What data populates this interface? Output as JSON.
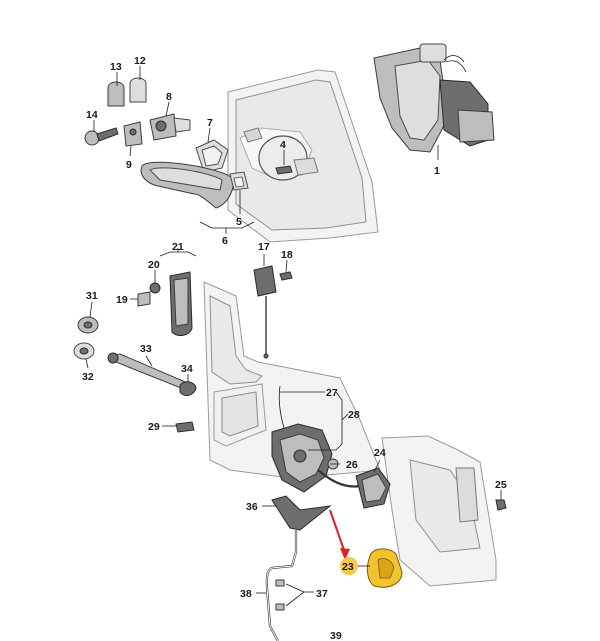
{
  "labels": {
    "l1": "1",
    "l4": "4",
    "l5": "5",
    "l6": "6",
    "l7": "7",
    "l8": "8",
    "l9": "9",
    "l12": "12",
    "l13": "13",
    "l14": "14",
    "l17": "17",
    "l18": "18",
    "l19": "19",
    "l20": "20",
    "l21": "21",
    "l23": "23",
    "l24": "24",
    "l25": "25",
    "l26": "26",
    "l27": "27",
    "l28": "28",
    "l29": "29",
    "l31": "31",
    "l32": "32",
    "l33": "33",
    "l34": "34",
    "l36": "36",
    "l37": "37",
    "l38": "38",
    "l39": "39"
  },
  "colors": {
    "highlight_part": "#f2c230",
    "highlight_badge": "#f7c948",
    "pointer_arrow": "#e02020",
    "line": "#1a1a1a"
  },
  "highlighted_part": "23"
}
